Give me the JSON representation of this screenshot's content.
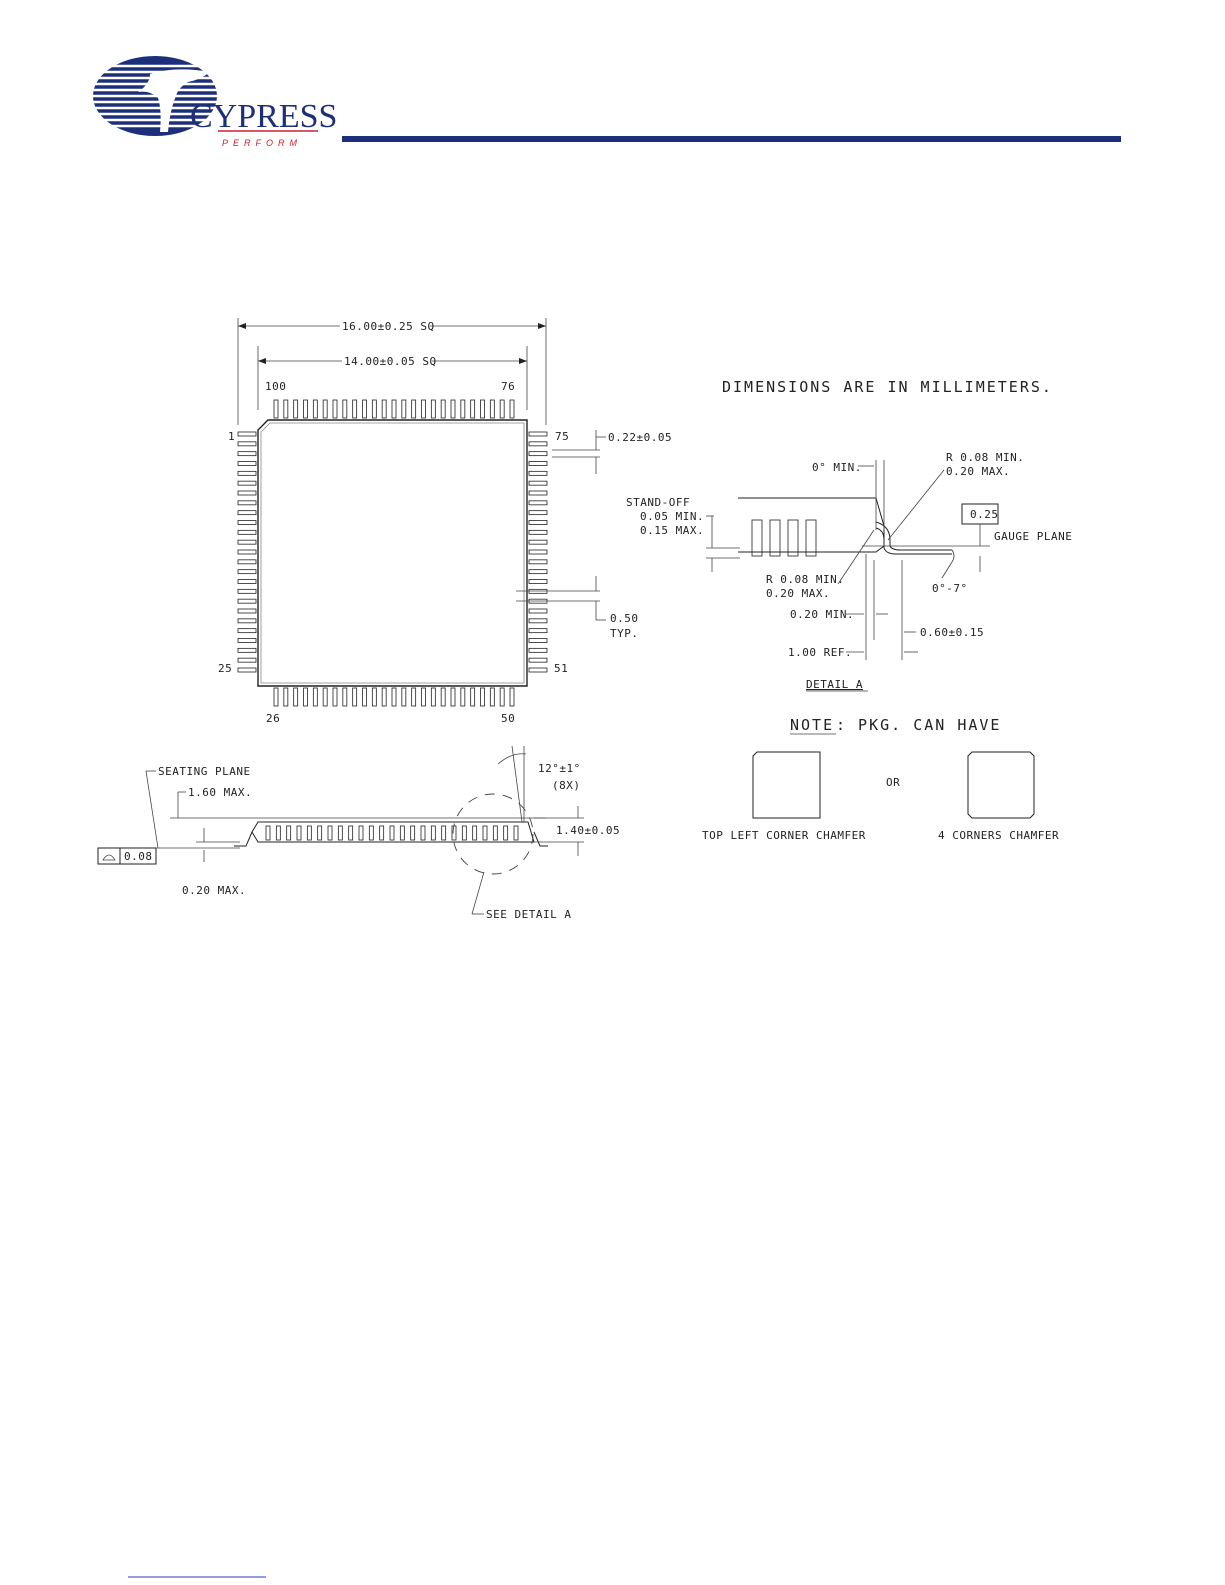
{
  "header": {
    "brand": "CYPRESS",
    "tagline": "PERFORM",
    "colors": {
      "brand_blue": "#1d2f7a",
      "tagline_red": "#d42030"
    }
  },
  "top_view": {
    "overall_width": "16.00±0.25 SQ",
    "body_width": "14.00±0.05 SQ",
    "pin_labels": {
      "p1": "1",
      "p25": "25",
      "p26": "26",
      "p50": "50",
      "p51": "51",
      "p75": "75",
      "p76": "76",
      "p100": "100"
    },
    "lead_width": "0.22±0.05",
    "pitch_value": "0.50",
    "pitch_typ": "TYP."
  },
  "side_view": {
    "seating_plane": "SEATING PLANE",
    "max_height": "1.60 MAX.",
    "standoff_max": "0.20 MAX.",
    "coplanarity": "0.08",
    "angle": "12°±1°",
    "angle_note": "(8X)",
    "body_thickness": "1.40±0.05",
    "see_detail": "SEE DETAIL A"
  },
  "notes": {
    "units": "DIMENSIONS ARE IN MILLIMETERS."
  },
  "detail": {
    "min_angle": "0° MIN.",
    "r_top_1": "R 0.08 MIN.",
    "r_top_2": "0.20 MAX.",
    "standoff_title": "STAND-OFF",
    "standoff_min": "0.05 MIN.",
    "standoff_max": "0.15 MAX.",
    "gauge_box": "0.25",
    "gauge_plane": "GAUGE PLANE",
    "r_bot_1": "R 0.08 MIN.",
    "r_bot_2": "0.20 MAX.",
    "foot_angle": "0°-7°",
    "min_020": "0.20 MIN.",
    "foot_length": "0.60±0.15",
    "ref_length": "1.00 REF.",
    "title": "DETAIL A"
  },
  "chamfer": {
    "note_label": "NOTE",
    "note_rest": ": PKG. CAN HAVE",
    "or_text": "OR",
    "left_caption": "TOP LEFT CORNER CHAMFER",
    "right_caption": "4 CORNERS CHAMFER"
  }
}
